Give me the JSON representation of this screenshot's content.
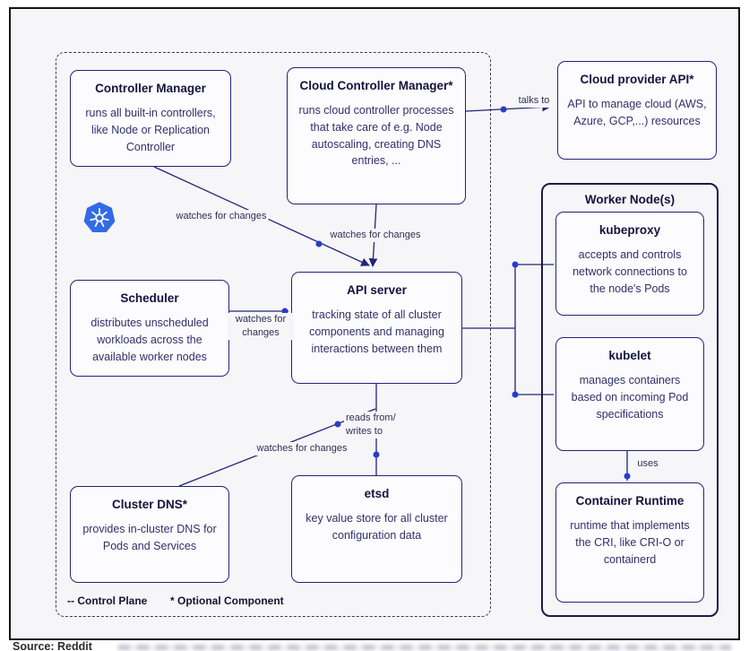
{
  "nodes": {
    "controller_manager": {
      "title": "Controller Manager",
      "body": "runs all built-in controllers, like Node or Replication Controller"
    },
    "cloud_controller_manager": {
      "title": "Cloud Controller Manager*",
      "body": "runs cloud controller processes that take care of e.g. Node autoscaling, creating DNS entries, ..."
    },
    "cloud_provider_api": {
      "title": "Cloud provider API*",
      "body": "API to manage cloud (AWS, Azure, GCP,...) resources"
    },
    "scheduler": {
      "title": "Scheduler",
      "body": "distributes unscheduled workloads across the available worker nodes"
    },
    "api_server": {
      "title": "API server",
      "body": "tracking state of all cluster components and managing interactions between them"
    },
    "cluster_dns": {
      "title": "Cluster DNS*",
      "body": "provides in-cluster DNS for Pods and Services"
    },
    "etsd": {
      "title": "etsd",
      "body": "key value store for all cluster configuration data"
    },
    "worker_node": {
      "title": "Worker Node(s)"
    },
    "kubeproxy": {
      "title": "kubeproxy",
      "body": "accepts and controls network connections to the node's Pods"
    },
    "kubelet": {
      "title": "kubelet",
      "body": "manages containers based on incoming Pod specifications"
    },
    "container_runtime": {
      "title": "Container Runtime",
      "body": "runtime that implements the CRI, like CRI-O or containerd"
    }
  },
  "edge_labels": {
    "talks_to": "talks to",
    "watches_cm": "watches for changes",
    "watches_ccm": "watches for changes",
    "watches_scheduler": "watches for changes",
    "watches_dns": "watches for changes",
    "reads_writes": "reads from/ writes to",
    "uses": "uses"
  },
  "legend": {
    "control_plane": "-- Control Plane",
    "optional": "* Optional Component"
  },
  "footer": {
    "source": "Source: Reddit"
  },
  "colors": {
    "box_border": "#23237a",
    "line": "#23237a",
    "dot": "#2a3cc9",
    "kubernetes_blue": "#326ce5",
    "canvas_background": "#f6f6f8"
  }
}
